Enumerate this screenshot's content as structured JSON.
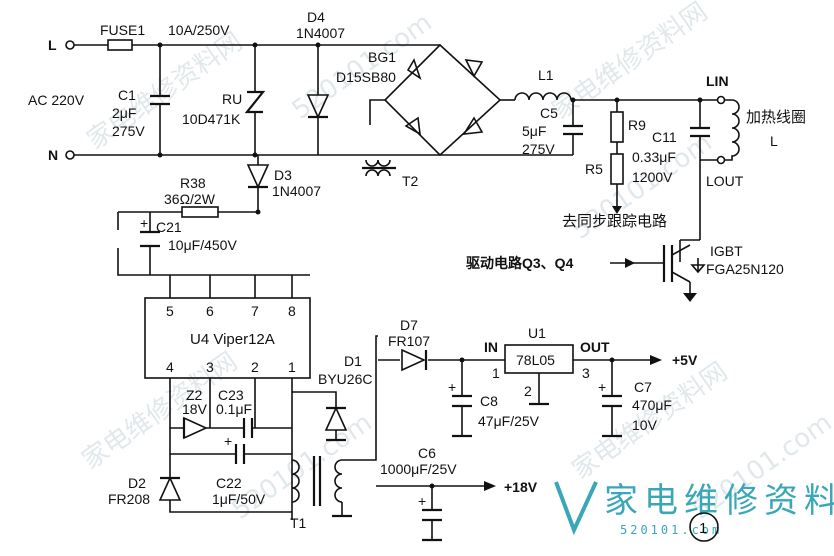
{
  "labels": {
    "L": "L",
    "N": "N",
    "AC": "AC 220V",
    "FUSE": "FUSE1",
    "FUSE_VAL": "10A/250V",
    "D4": "D4",
    "D4_VAL": "1N4007",
    "C1": "C1",
    "C1_V1": "2μF",
    "C1_V2": "275V",
    "RU": "RU",
    "RU_VAL": "10D471K",
    "BG1": "BG1",
    "BG1_VAL": "D15SB80",
    "L1": "L1",
    "C5": "C5",
    "C5_V1": "5μF",
    "C5_V2": "275V",
    "R9": "R9",
    "R5": "R5",
    "C11": "C11",
    "C11_V1": "0.33μF",
    "C11_V2": "1200V",
    "LIN": "LIN",
    "LOUT": "LOUT",
    "COIL": "加热线圈",
    "COIL_L": "L",
    "D3": "D3",
    "D3_VAL": "1N4007",
    "T2": "T2",
    "R38": "R38",
    "R38_VAL": "36Ω/2W",
    "C21": "C21",
    "C21_VAL": "10μF/450V",
    "SYNC": "去同步跟踪电路",
    "DRIVE": "驱动电路Q3、Q4",
    "IGBT": "IGBT",
    "IGBT_VAL": "FGA25N120",
    "PIN5": "5",
    "PIN6": "6",
    "PIN7": "7",
    "PIN8": "8",
    "PIN4": "4",
    "PIN3": "3",
    "PIN2": "2",
    "PIN1": "1",
    "U4": "U4 Viper12A",
    "D7": "D7",
    "D7_VAL": "FR107",
    "IN": "IN",
    "U1": "U1",
    "U1_VAL": "78L05",
    "OUT": "OUT",
    "U1_P1": "1",
    "U1_P2": "2",
    "U1_P3": "3",
    "V5": "+5V",
    "D1": "D1",
    "D1_VAL": "BYU26C",
    "Z2": "Z2",
    "Z2_VAL": "18V",
    "C23": "C23",
    "C23_VAL": "0.1μF",
    "C8": "C8",
    "C8_VAL": "47μF/25V",
    "C7": "C7",
    "C7_V1": "470μF",
    "C7_V2": "10V",
    "C6": "C6",
    "C6_VAL": "1000μF/25V",
    "V18": "+18V",
    "D2": "D2",
    "D2_VAL": "FR208",
    "C22": "C22",
    "C22_VAL": "1μF/50V",
    "T1": "T1",
    "FIG": "①"
  },
  "watermarks": {
    "cn": "家电维修资料网",
    "url": "520101.com"
  },
  "brand": {
    "name": "家电维修资料网",
    "site": "520101.com"
  }
}
